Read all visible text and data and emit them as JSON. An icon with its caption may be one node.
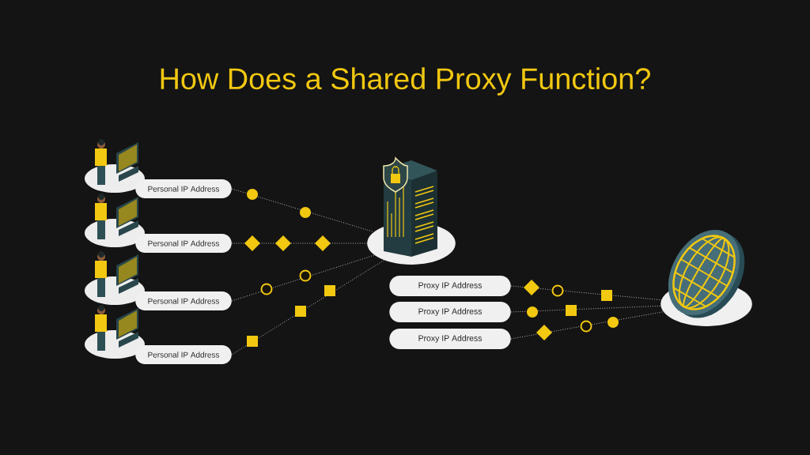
{
  "diagram": {
    "title": "How Does a Shared Proxy Function?",
    "nodes": [
      {
        "text": [
          "Personal IP Address"
        ]
      },
      {
        "text": [
          "Personal IP Address"
        ]
      },
      {
        "text": [
          "Personal IP Address"
        ]
      },
      {
        "text": [
          "Personal IP Address"
        ]
      },
      {
        "text": [],
        "shape": "picture"
      },
      {
        "text": [
          "Proxy IP Address"
        ]
      },
      {
        "text": [
          "Proxy IP Address"
        ]
      },
      {
        "text": [
          "Proxy IP Address"
        ]
      },
      {
        "text": [],
        "shape": "picture"
      }
    ],
    "edges": [
      {
        "from": 0,
        "to": 4,
        "arrow": "none"
      },
      {
        "from": 1,
        "to": 4,
        "arrow": "none"
      },
      {
        "from": 2,
        "to": 4,
        "arrow": "none"
      },
      {
        "from": 3,
        "to": 4,
        "arrow": "none"
      },
      {
        "from": 5,
        "to": 8,
        "arrow": "none"
      },
      {
        "from": 6,
        "to": 8,
        "arrow": "none"
      },
      {
        "from": 7,
        "to": 8,
        "arrow": "none"
      }
    ]
  }
}
